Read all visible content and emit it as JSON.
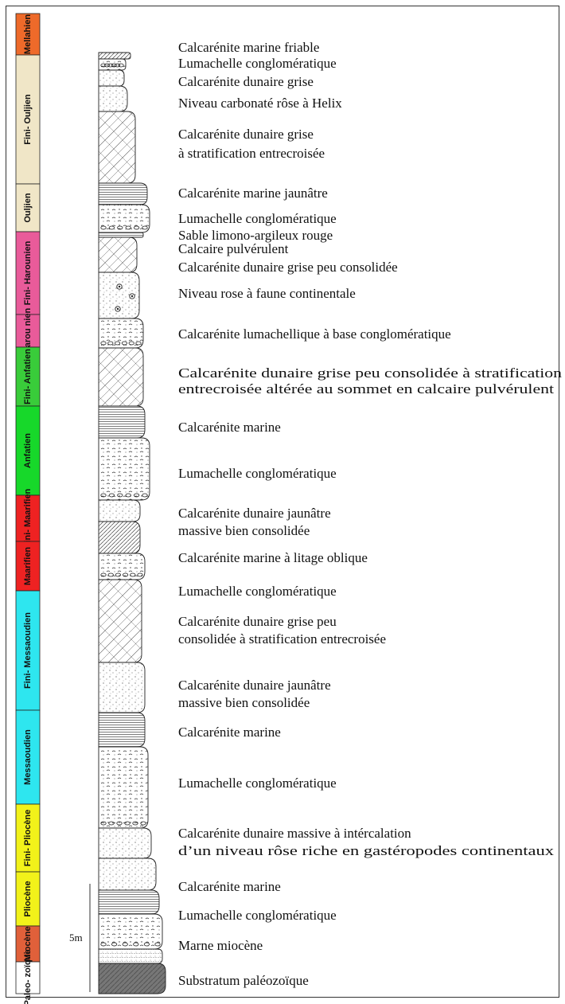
{
  "stages": [
    {
      "name": "Mellahien",
      "color": "#ee6a2a"
    },
    {
      "name": "Fini- Ouljien",
      "color": "#f0e6c7"
    },
    {
      "name": "Ouljien",
      "color": "#f0e6c7"
    },
    {
      "name": "Fini- Harounien",
      "color": "#e95b9a"
    },
    {
      "name": "Harou nien",
      "color": "#e95b9a"
    },
    {
      "name": "Fini- Anfatien",
      "color": "#39cc3a"
    },
    {
      "name": "Anfatien",
      "color": "#17d82a"
    },
    {
      "name": "Fini- Maarifien",
      "color": "#ee2222"
    },
    {
      "name": "Maarifien",
      "color": "#ee2222"
    },
    {
      "name": "Fini- Messaoudien",
      "color": "#2ee6ef"
    },
    {
      "name": "Messaoudien",
      "color": "#2ee6ef"
    },
    {
      "name": "Fini- Pliocène",
      "color": "#f2f21a"
    },
    {
      "name": "Pliocène",
      "color": "#f2f21a"
    },
    {
      "name": "Miocène",
      "color": "#e0603a"
    },
    {
      "name": "Paleo- zoïque",
      "color": "#ffffff"
    }
  ],
  "descriptions": [
    "Calcarénite marine friable",
    "Lumachelle conglomératique",
    "Calcarénite dunaire grise",
    "Niveau carbonaté rôse à Helix",
    "Calcarénite dunaire grise",
    "à stratification entrecroisée",
    "Calcarénite marine jaunâtre",
    "Lumachelle conglomératique",
    "Sable limono-argileux rouge",
    "Calcaire pulvérulent",
    "Calcarénite dunaire grise peu consolidée",
    "Niveau rose à faune continentale",
    "Calcarénite lumachellique à base conglomératique",
    "Calcarénite dunaire grise peu  consolidée à stratification",
    " entrecroisée altérée au sommet en calcaire pulvérulent",
    "Calcarénite marine",
    "Lumachelle conglomératique",
    "Calcarénite dunaire jaunâtre",
    "massive bien consolidée",
    "Calcarénite marine à litage oblique",
    "Lumachelle conglomératique",
    "Calcarénite dunaire grise peu",
    "consolidée à stratification entrecroisée",
    "Calcarénite dunaire jaunâtre",
    "massive bien consolidée",
    "Calcarénite marine",
    "Lumachelle conglomératique",
    "Calcarénite dunaire massive à intércalation",
    "d’un niveau rôse riche en gastéropodes continentaux",
    "Calcarénite marine",
    "Lumachelle conglomératique",
    "Marne miocène",
    "Substratum paléozoïque"
  ],
  "scale_label": "5m",
  "lithology_types": [
    "marine",
    "lumachelle",
    "dune-crossbed",
    "dune-massive",
    "carbonate",
    "marl",
    "substratum"
  ]
}
